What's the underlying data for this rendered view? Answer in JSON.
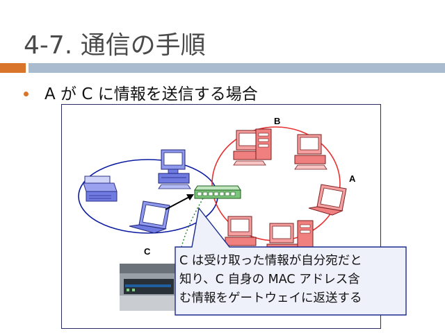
{
  "slide": {
    "title": "4-7. 通信の手順",
    "bullet": "A が C に情報を送信する場合"
  },
  "diagram": {
    "labels": {
      "a": "A",
      "b": "B",
      "c": "C"
    },
    "callout_lines": [
      "C は受け取った情報が自分宛だと",
      "知り、C 自身の MAC アドレス含",
      "む情報をゲートウェイに返送する"
    ]
  },
  "icons": [
    "printer-icon",
    "desktop-pc-icon",
    "laptop-icon",
    "switch-hub-icon",
    "server-icon",
    "gateway-device-photo"
  ],
  "colors": {
    "accent_orange": "#d9742b",
    "bar_blue": "#a9bccf",
    "network_blue": "#0a1aa0",
    "network_red": "#e83030",
    "device_blue": "#6f7be0",
    "device_red": "#f07f7f",
    "hub_green": "#3a9a3a",
    "callout_bg": "#eef0fa"
  }
}
